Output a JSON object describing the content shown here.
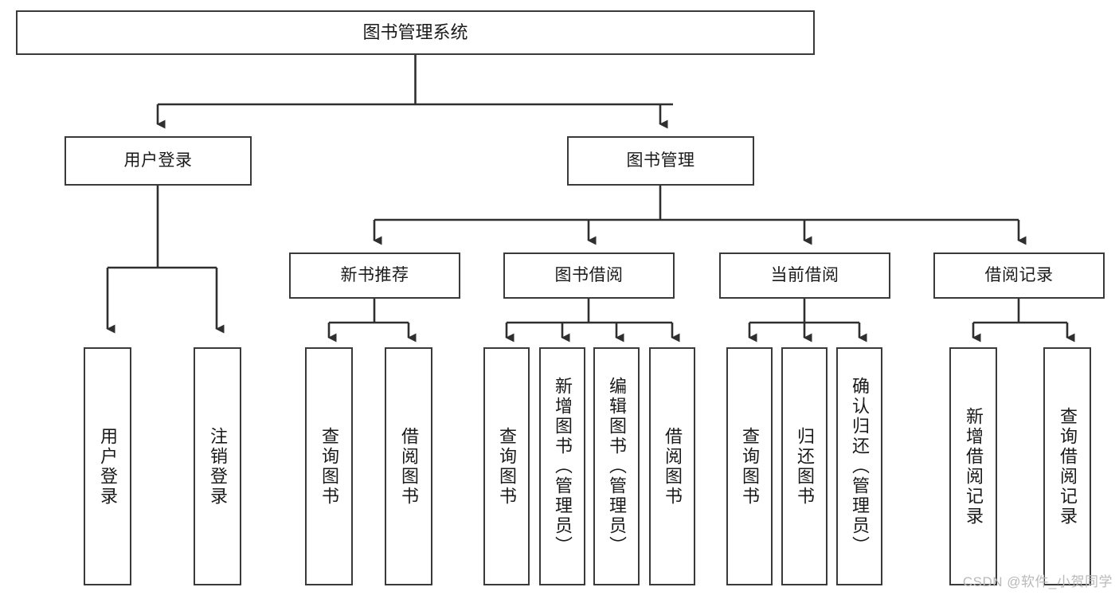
{
  "diagram": {
    "title": "图书管理系统",
    "watermark": "CSDN @软件_小贺同学",
    "line_color": "#3a3a3a",
    "text_color": "#1a1a1a",
    "background": "#ffffff",
    "levels": {
      "root": {
        "label": "图书管理系统"
      },
      "level2": [
        {
          "label": "用户登录"
        },
        {
          "label": "图书管理"
        }
      ],
      "level3": [
        {
          "label": "新书推荐"
        },
        {
          "label": "图书借阅"
        },
        {
          "label": "当前借阅"
        },
        {
          "label": "借阅记录"
        }
      ],
      "leaves": {
        "user_login": [
          {
            "label": "用户登录"
          },
          {
            "label": "注销登录"
          }
        ],
        "new_book_recommend": [
          {
            "label": "查询图书"
          },
          {
            "label": "借阅图书"
          }
        ],
        "book_borrow": [
          {
            "label": "查询图书"
          },
          {
            "label": "新增图书（管理员）"
          },
          {
            "label": "编辑图书（管理员）"
          },
          {
            "label": "借阅图书"
          }
        ],
        "current_borrow": [
          {
            "label": "查询图书"
          },
          {
            "label": "归还图书"
          },
          {
            "label": "确认归还（管理员）"
          }
        ],
        "borrow_record": [
          {
            "label": "新增借阅记录"
          },
          {
            "label": "查询借阅记录"
          }
        ]
      }
    }
  }
}
